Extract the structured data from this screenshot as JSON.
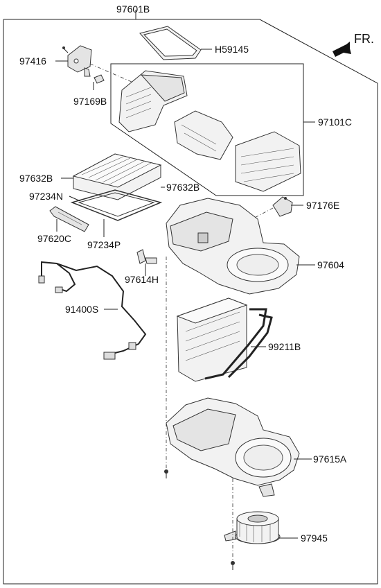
{
  "diagram": {
    "assembly_label": "97601B",
    "front_indicator": "FR.",
    "callouts": {
      "c97416": "97416",
      "c97169B": "97169B",
      "cH59145": "H59145",
      "c97101C": "97101C",
      "c97632B_left": "97632B",
      "c97234N": "97234N",
      "c97632B_right": "97632B",
      "c97176E": "97176E",
      "c97620C": "97620C",
      "c97234P": "97234P",
      "c97604": "97604",
      "c97614H": "97614H",
      "c91400S": "91400S",
      "c99211B": "99211B",
      "c97615A": "97615A",
      "c97945": "97945"
    }
  }
}
